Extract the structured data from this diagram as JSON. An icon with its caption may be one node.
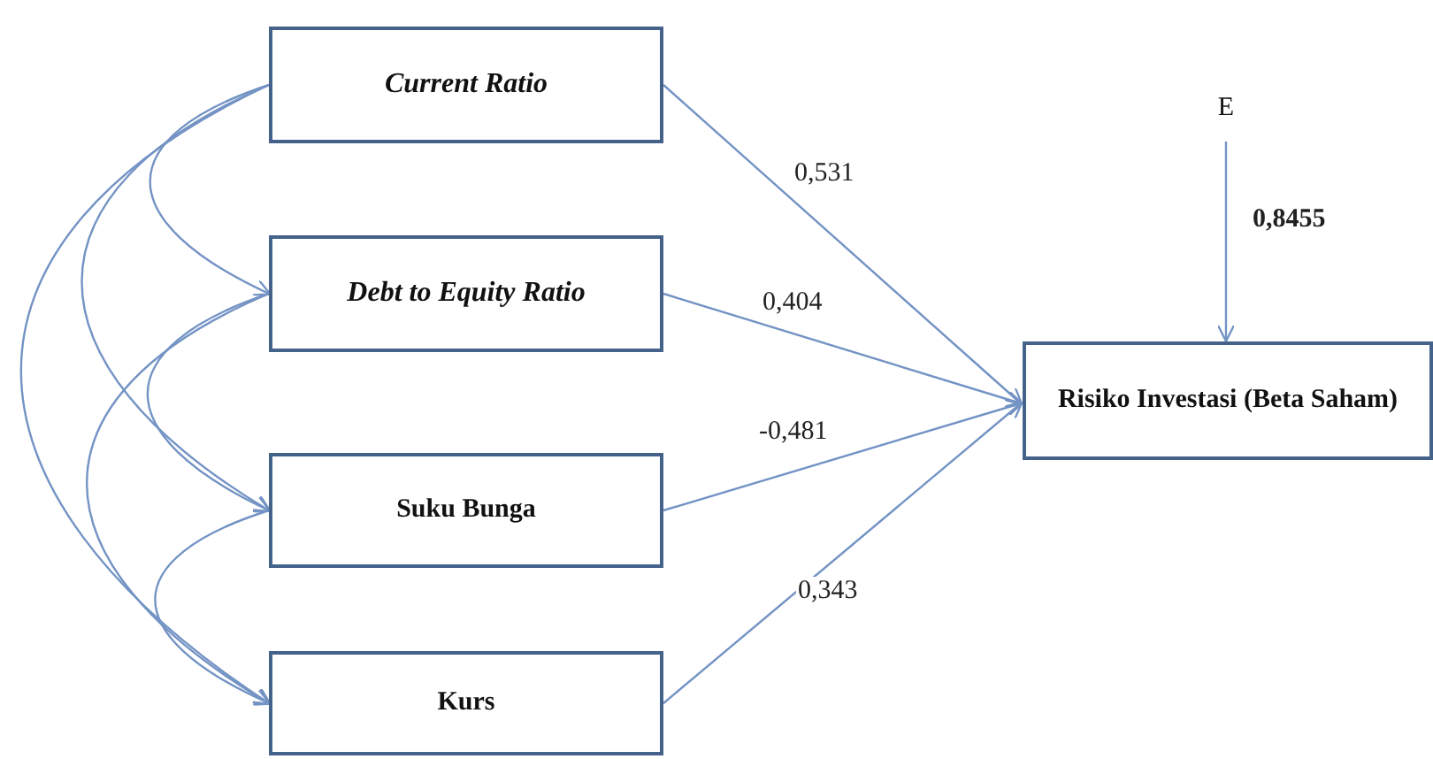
{
  "diagram": {
    "nodes": [
      {
        "text": [
          "Current Ratio"
        ]
      },
      {
        "text": [
          "Debt to Equity Ratio"
        ]
      },
      {
        "text": [
          "Suku Bunga"
        ]
      },
      {
        "text": [
          "Kurs"
        ]
      },
      {
        "text": [
          "Risiko Investasi (Beta Saham)"
        ]
      },
      {
        "text": [
          "E"
        ]
      }
    ],
    "edges": [
      {
        "from": 0,
        "to": 1,
        "arrow": "to"
      },
      {
        "from": 0,
        "to": 2,
        "arrow": "to"
      },
      {
        "from": 0,
        "to": 3,
        "arrow": "to"
      },
      {
        "from": 1,
        "to": 2,
        "arrow": "to"
      },
      {
        "from": 1,
        "to": 3,
        "arrow": "to"
      },
      {
        "from": 2,
        "to": 3,
        "arrow": "to"
      },
      {
        "from": 0,
        "to": 4,
        "arrow": "to",
        "label": "0,531"
      },
      {
        "from": 1,
        "to": 4,
        "arrow": "to",
        "label": "0,404"
      },
      {
        "from": 2,
        "to": 4,
        "arrow": "to",
        "label": "-0,481"
      },
      {
        "from": 3,
        "to": 4,
        "arrow": "to",
        "label": "0,343"
      },
      {
        "from": 5,
        "to": 4,
        "arrow": "to",
        "label": "0,8455"
      }
    ]
  }
}
